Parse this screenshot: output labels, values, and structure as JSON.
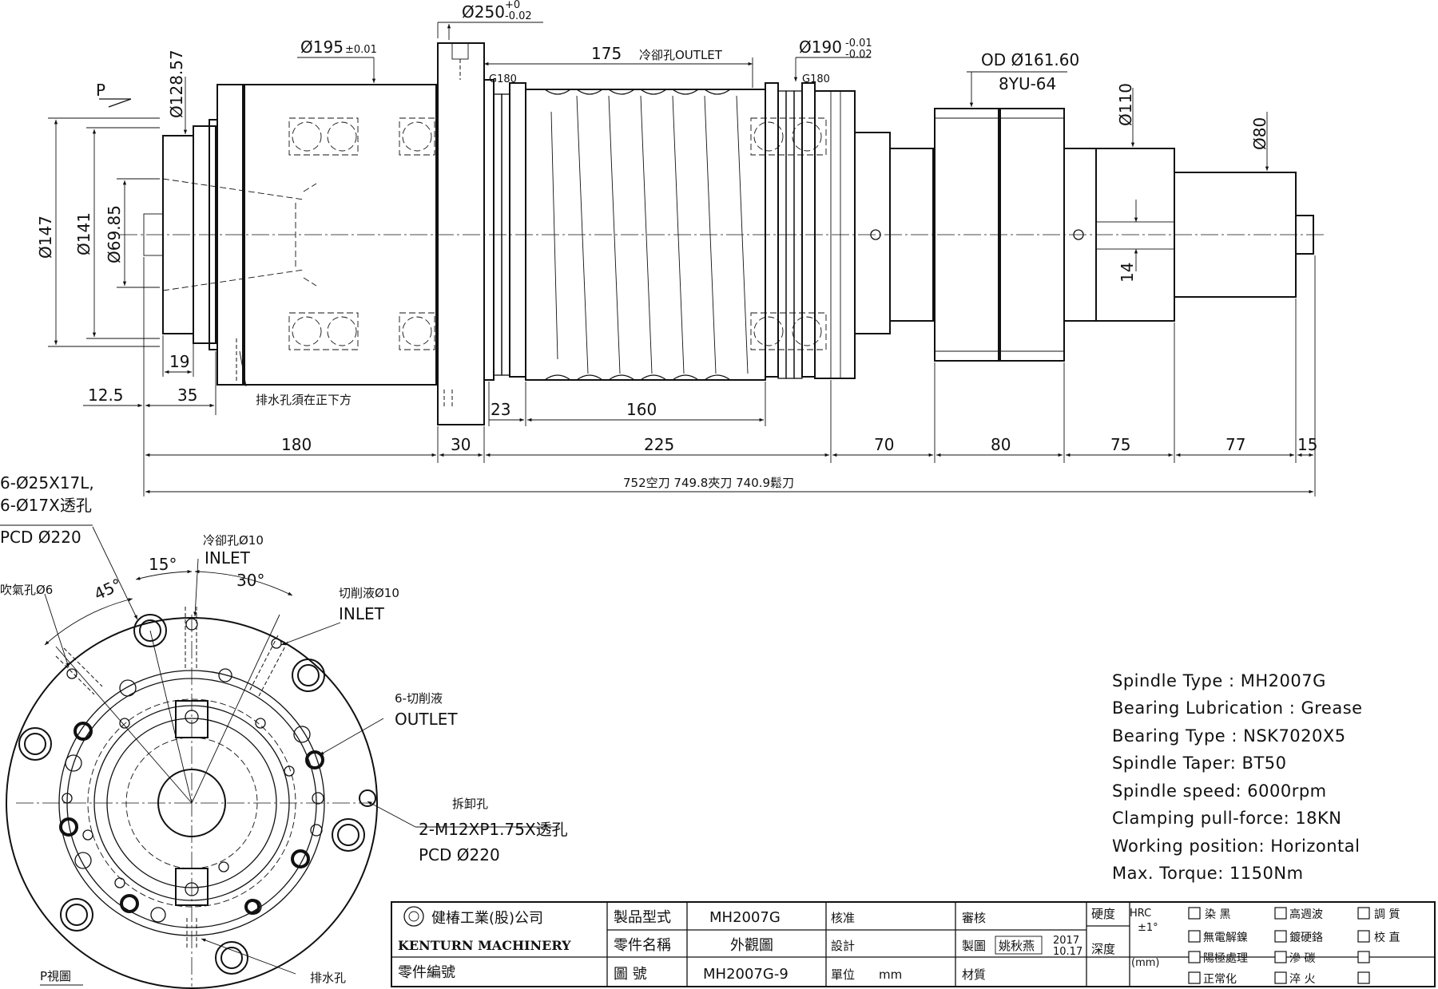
{
  "dimensions": {
    "d250": "Ø250",
    "d250_tol_upper": "+0",
    "d250_tol_lower": "-0.02",
    "d195": "Ø195",
    "d195_tol": "±0.01",
    "d175_outlet": "175",
    "outlet_label": "冷卻孔OUTLET",
    "d190": "Ø190",
    "d190_tol_upper": "-0.01",
    "d190_tol_lower": "-0.02",
    "g180_left": "G180",
    "g180_right": "G180",
    "od_label": "OD Ø161.60",
    "yu_label": "8YU-64",
    "d110": "Ø110",
    "d80": "Ø80",
    "d128": "Ø128.57",
    "d147": "Ø147",
    "d141": "Ø141",
    "d69": "Ø69.85",
    "p_label": "P",
    "dim_14": "14",
    "dim_19": "19",
    "dim_12_5": "12.5",
    "dim_35": "35",
    "drain_note": "排水孔須在正下方",
    "dim_23": "23",
    "dim_160": "160",
    "dim_180": "180",
    "dim_30": "30",
    "dim_225": "225",
    "dim_70": "70",
    "dim_80": "80",
    "dim_75": "75",
    "dim_77": "77",
    "dim_15": "15",
    "total_length": "752空刀  749.8夾刀  740.9鬆刀"
  },
  "pview": {
    "holes_line1": "6-Ø25X17L,",
    "holes_line2": "6-Ø17X透孔",
    "pcd_top": "PCD  Ø220",
    "coolant_in": "冷卻孔Ø10",
    "coolant_in2": "INLET",
    "angle_15": "15°",
    "angle_30": "30°",
    "angle_45": "45°",
    "air_hole": "吹氣孔Ø6",
    "cut_in": "切削液Ø10",
    "cut_in2": "INLET",
    "cut_out": "6-切削液",
    "cut_out2": "OUTLET",
    "remove_hole": "拆卸孔",
    "remove_hole2": "2-M12XP1.75X透孔",
    "pcd_bottom": "PCD  Ø220",
    "view_label": "P視圖",
    "drain": "排水孔"
  },
  "specs": [
    "Spindle Type : MH2007G",
    "Bearing Lubrication : Grease",
    "Bearing Type : NSK7020X5",
    "Spindle Taper: BT50",
    "Spindle speed: 6000rpm",
    "Clamping pull-force: 18KN",
    "Working position: Horizontal",
    "Max. Torque: 1150Nm"
  ],
  "title_block": {
    "company_cn": "健椿工業(股)公司",
    "company_en": "KENTURN MACHINERY",
    "part_no_label": "零件編號",
    "product_model_label": "製品型式",
    "product_model": "MH2007G",
    "part_name_label": "零件名稱",
    "part_name": "外觀圖",
    "drawing_no_label": "圖    號",
    "drawing_no": "MH2007G-9",
    "approve": "核准",
    "review": "審核",
    "design": "設計",
    "drawn": "製圖",
    "drawer": "姚秋燕",
    "date_year": "2017",
    "date_md": "10.17",
    "unit_label": "單位",
    "unit": "mm",
    "material": "材質",
    "hardness": "硬度",
    "hrc": "HRC",
    "hrc_tol": "±1°",
    "depth": "深度",
    "depth_unit": "(mm)",
    "treatments": [
      "染  黑",
      "高週波",
      "調  質",
      "無電解鎳",
      "鍍硬鉻",
      "校  直",
      "陽極處理",
      "滲  碳",
      "",
      "正常化",
      "淬  火",
      ""
    ]
  }
}
